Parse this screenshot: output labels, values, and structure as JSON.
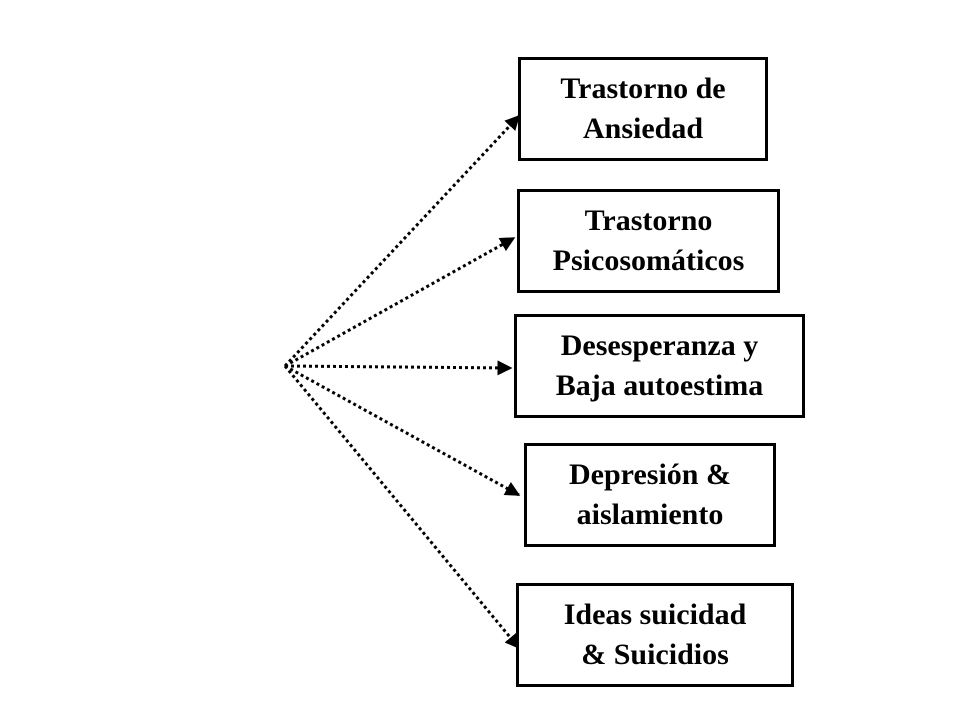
{
  "diagram": {
    "type": "fan-out",
    "connector_style": "dotted-arrow",
    "colors": {
      "stroke": "#000000",
      "box_fill": "#ffffff",
      "text": "#000000"
    },
    "nodes": [
      {
        "id": "node-1",
        "label": "Trastorno de\nAnsiedad"
      },
      {
        "id": "node-2",
        "label": "Trastorno\nPsicosomáticos"
      },
      {
        "id": "node-3",
        "label": "Desesperanza y\nBaja autoestima"
      },
      {
        "id": "node-4",
        "label": "Depresión &\naislamiento"
      },
      {
        "id": "node-5",
        "label": "Ideas suicidad\n& Suicidios"
      }
    ]
  }
}
